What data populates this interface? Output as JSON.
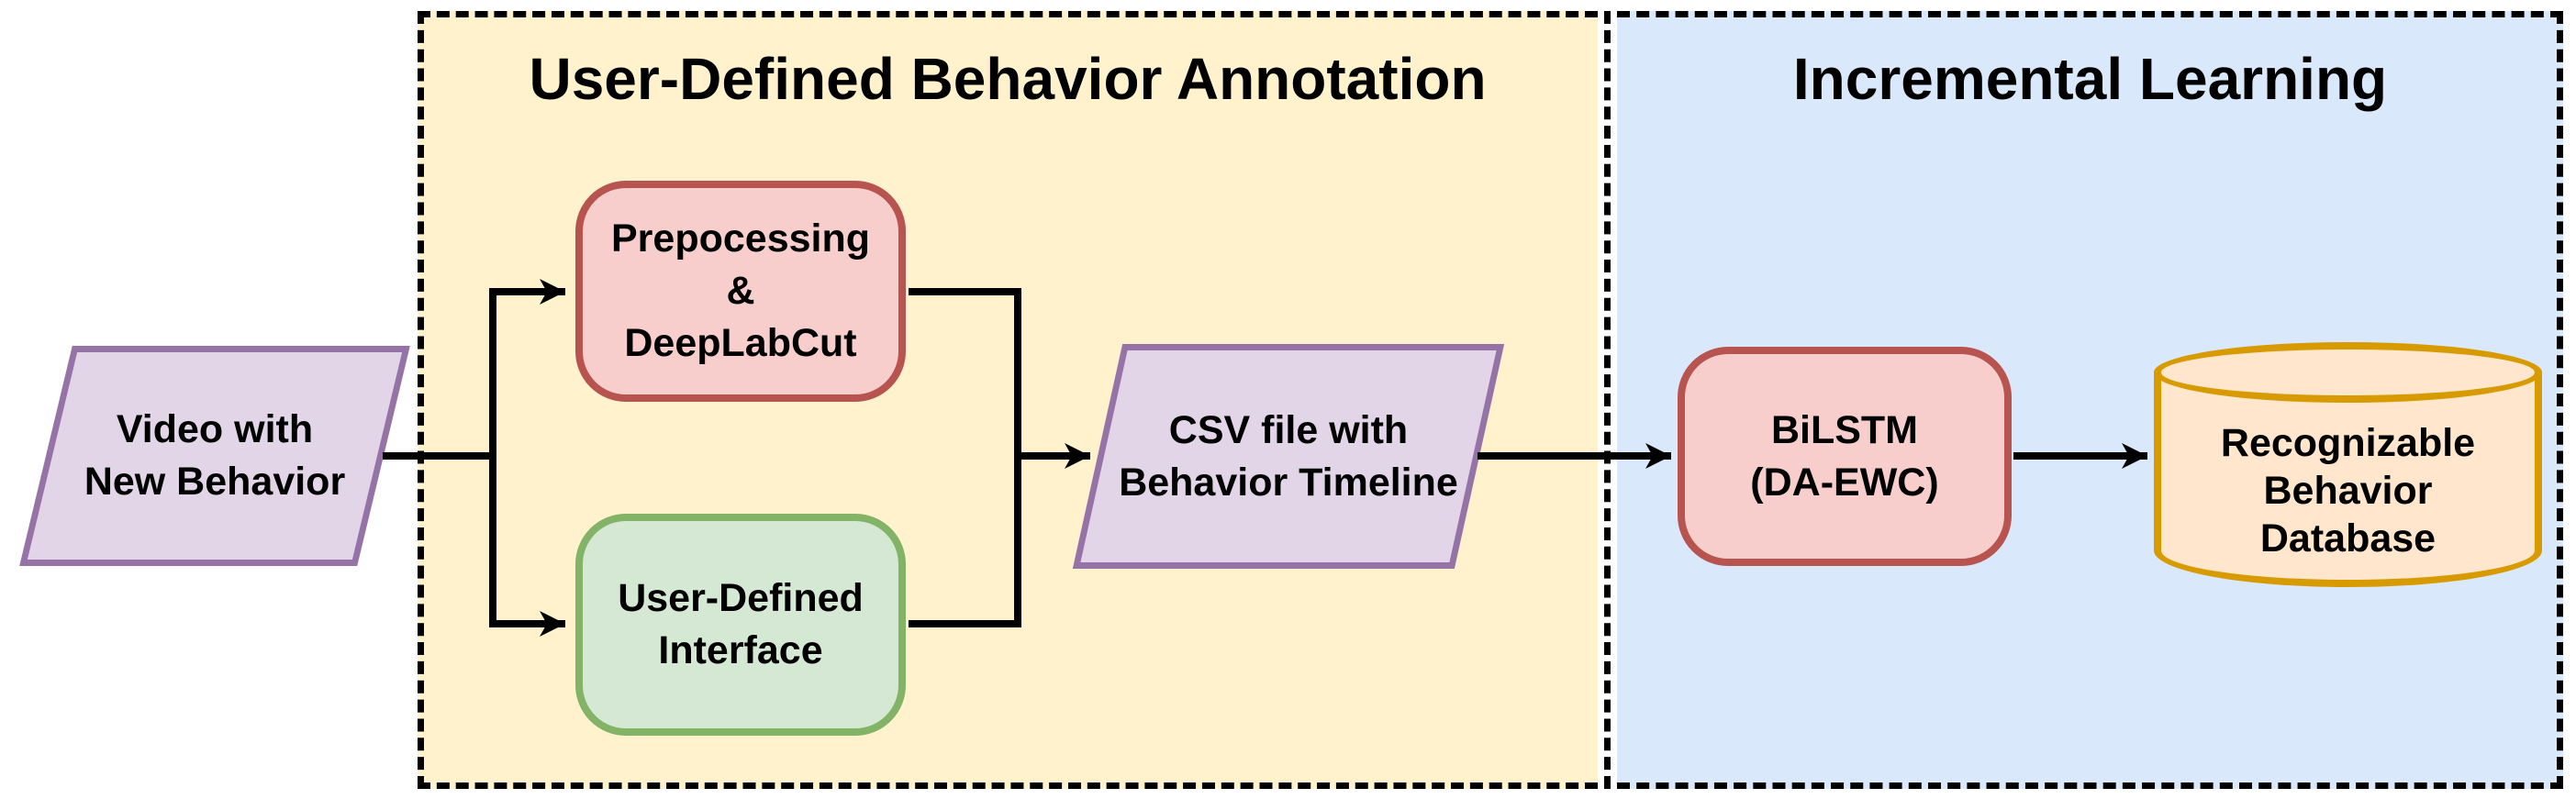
{
  "figure": {
    "background": "#ffffff",
    "outline_color": "#000000",
    "arrow_color": "#000000"
  },
  "regions": {
    "annotation": {
      "title": "User-Defined Behavior Annotation",
      "fill": "#fff2cc"
    },
    "learning": {
      "title": "Incremental Learning",
      "fill": "#dae8fc"
    }
  },
  "nodes": {
    "video": {
      "shape": "parallelogram",
      "lines": [
        "Video with",
        "New Behavior"
      ],
      "fill": "#e1d5e7",
      "stroke": "#9673a6"
    },
    "preprocessing": {
      "shape": "rounded-rect",
      "lines": [
        "Prepocessing",
        "&",
        "DeepLabCut"
      ],
      "fill": "#f8cecc",
      "stroke": "#b85450"
    },
    "interface": {
      "shape": "rounded-rect",
      "lines": [
        "User-Defined",
        "Interface"
      ],
      "fill": "#d5e8d4",
      "stroke": "#82b366"
    },
    "csv": {
      "shape": "parallelogram",
      "lines": [
        "CSV file with",
        "Behavior Timeline"
      ],
      "fill": "#e1d5e7",
      "stroke": "#9673a6"
    },
    "bilstm": {
      "shape": "rounded-rect",
      "lines": [
        "BiLSTM",
        "(DA-EWC)"
      ],
      "fill": "#f8cecc",
      "stroke": "#b85450"
    },
    "database": {
      "shape": "cylinder",
      "lines": [
        "Recognizable",
        "Behavior",
        "Database"
      ],
      "fill": "#ffe6cc",
      "stroke": "#d79b00"
    }
  },
  "edges": [
    {
      "from": "video",
      "to": "preprocessing"
    },
    {
      "from": "video",
      "to": "interface"
    },
    {
      "from": "preprocessing",
      "to": "csv"
    },
    {
      "from": "interface",
      "to": "csv"
    },
    {
      "from": "csv",
      "to": "bilstm"
    },
    {
      "from": "bilstm",
      "to": "database"
    }
  ]
}
